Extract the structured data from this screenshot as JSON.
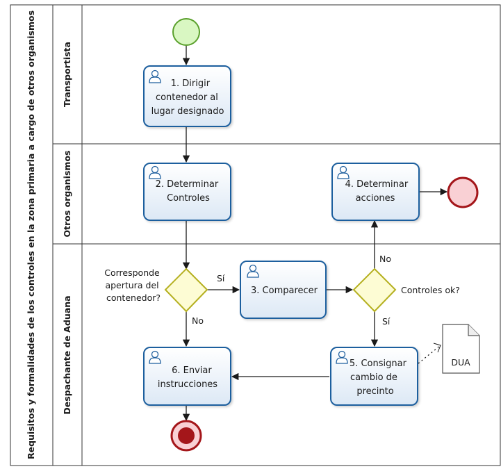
{
  "pool": {
    "title": "Requisitos y formalidades de los controles en la zona primaria a cargo de otros organismos"
  },
  "lanes": [
    {
      "id": "transportista",
      "label": "Transportista"
    },
    {
      "id": "otros",
      "label": "Otros organismos"
    },
    {
      "id": "despachante",
      "label": "Despachante de Aduana"
    }
  ],
  "tasks": {
    "t1": [
      "1. Dirigir",
      "contenedor al",
      "lugar designado"
    ],
    "t2": [
      "2. Determinar",
      "Controles"
    ],
    "t3": [
      "3. Comparecer"
    ],
    "t4": [
      "4. Determinar",
      "acciones"
    ],
    "t5": [
      "5. Consignar",
      "cambio de",
      "precinto"
    ],
    "t6": [
      "6. Enviar",
      "instrucciones"
    ]
  },
  "gateways": {
    "g1": [
      "Corresponde",
      "apertura del",
      "contenedor?"
    ],
    "g2": [
      "Controles ok?"
    ]
  },
  "flow_labels": {
    "g1_yes": "Sí",
    "g1_no": "No",
    "g2_yes": "Sí",
    "g2_no": "No"
  },
  "data_object": {
    "label": "DUA"
  },
  "colors": {
    "task_stroke": "#1f5f9e",
    "task_fill_top": "#ffffff",
    "task_fill_bottom": "#dce8f5",
    "gateway_stroke": "#b5b020",
    "gateway_fill": "#fdfcd4",
    "start_stroke": "#5aa02c",
    "start_fill": "#d9f7c2",
    "end_stroke": "#a4161a",
    "end_fill": "#f9d0d4",
    "lane_border": "#333333"
  }
}
